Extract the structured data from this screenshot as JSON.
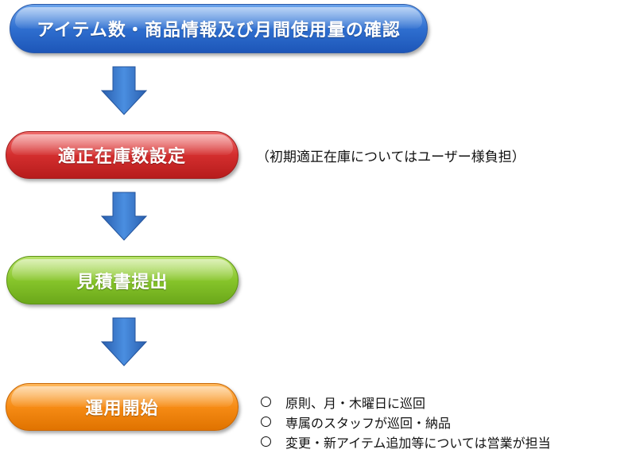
{
  "steps": [
    {
      "label": "アイテム数・商品情報及び月間使用量の確認",
      "color": "#2f6fd0"
    },
    {
      "label": "適正在庫数設定",
      "color": "#d42e2e"
    },
    {
      "label": "見積書提出",
      "color": "#87c52b"
    },
    {
      "label": "運用開始",
      "color": "#f68b14"
    }
  ],
  "notes": {
    "step_2": "（初期適正在庫についてはユーザー様負担）"
  },
  "step_4_bullets": [
    "原則、月・木曜日に巡回",
    "専属のスタッフが巡回・納品",
    "変更・新アイテム追加等については営業が担当"
  ],
  "arrow_color": "#3a78c8",
  "icons": {
    "flow_arrow": "down-arrow-icon",
    "bullet": "circle-bullet-icon"
  }
}
